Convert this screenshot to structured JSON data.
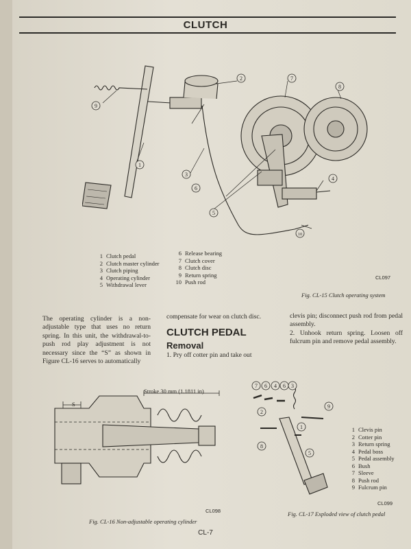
{
  "header": {
    "title": "CLUTCH"
  },
  "fig15": {
    "legend_left": [
      {
        "num": "1",
        "label": "Clutch pedal"
      },
      {
        "num": "2",
        "label": "Clutch master cylinder"
      },
      {
        "num": "3",
        "label": "Clutch piping"
      },
      {
        "num": "4",
        "label": "Operating cylinder"
      },
      {
        "num": "5",
        "label": "Withdrawal lever"
      }
    ],
    "legend_right": [
      {
        "num": "6",
        "label": "Release bearing"
      },
      {
        "num": "7",
        "label": "Clutch cover"
      },
      {
        "num": "8",
        "label": "Clutch disc"
      },
      {
        "num": "9",
        "label": "Return spring"
      },
      {
        "num": "10",
        "label": "Push rod"
      }
    ],
    "code": "CL097",
    "caption": "Fig. CL-15 Clutch operating system",
    "callouts": [
      "1",
      "2",
      "3",
      "4",
      "5",
      "6",
      "7",
      "8",
      "9",
      "10"
    ]
  },
  "body": {
    "col1": "The operating cylinder is a non-adjustable type that uses no return spring. In this unit, the withdrawal-to-push rod play adjustment is not necessary since the “S” as shown in Figure CL-16 serves to automatically",
    "col2": "compensate for wear on clutch disc.",
    "section_title": "CLUTCH PEDAL",
    "sub_title": "Removal",
    "step1": "1.   Pry off cotter pin and take out",
    "col3a": "clevis pin; disconnect push rod from pedal assembly.",
    "col3b": "2.   Unhook return spring. Loosen off fulcrum pin and remove pedal assembly."
  },
  "fig16": {
    "stroke_label": "Stroke 30 mm (1.1811 in)",
    "s_label": "S",
    "code": "CL098",
    "caption": "Fig. CL-16 Non-adjustable operating cylinder"
  },
  "fig17": {
    "legend": [
      {
        "num": "1",
        "label": "Clevis pin"
      },
      {
        "num": "2",
        "label": "Cotter pin"
      },
      {
        "num": "3",
        "label": "Return spring"
      },
      {
        "num": "4",
        "label": "Pedal boss"
      },
      {
        "num": "5",
        "label": "Pedal assembly"
      },
      {
        "num": "6",
        "label": "Bush"
      },
      {
        "num": "7",
        "label": "Sleeve"
      },
      {
        "num": "8",
        "label": "Push rod"
      },
      {
        "num": "9",
        "label": "Fulcrum pin"
      }
    ],
    "top_callouts": [
      "7",
      "6",
      "4",
      "6",
      "3"
    ],
    "side_callouts": [
      "2",
      "1",
      "8",
      "5",
      "9"
    ],
    "code": "CL099",
    "caption": "Fig. CL-17  Exploded view of clutch pedal"
  },
  "footer": {
    "page": "CL-7"
  }
}
